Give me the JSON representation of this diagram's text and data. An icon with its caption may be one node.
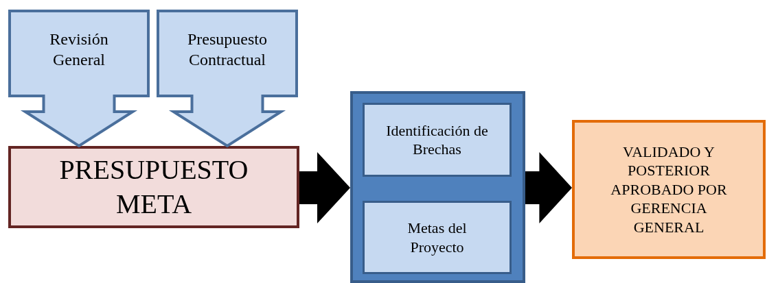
{
  "diagram": {
    "nodes": [
      {
        "text": [
          "Revisión General"
        ]
      },
      {
        "text": [
          "Presupuesto Contractual"
        ]
      },
      {
        "text": [
          "PRESUPUESTO META"
        ]
      },
      {
        "text": [],
        "shape": "box"
      },
      {
        "text": [
          "Identificación de Brechas"
        ],
        "in": 3
      },
      {
        "text": [
          "Metas del Proyecto"
        ],
        "in": 3
      },
      {
        "text": [
          "VALIDADO Y POSTERIOR APROBADO POR GERENCIA GENERAL"
        ]
      }
    ],
    "edges": [
      {
        "from": 0,
        "to": 2,
        "arrow": "to"
      },
      {
        "from": 1,
        "to": 2,
        "arrow": "to"
      },
      {
        "from": 2,
        "to": 3,
        "arrow": "to",
        "style": "thick",
        "color": "#000000"
      },
      {
        "from": 3,
        "to": 6,
        "arrow": "to",
        "style": "thick",
        "color": "#000000"
      }
    ]
  }
}
